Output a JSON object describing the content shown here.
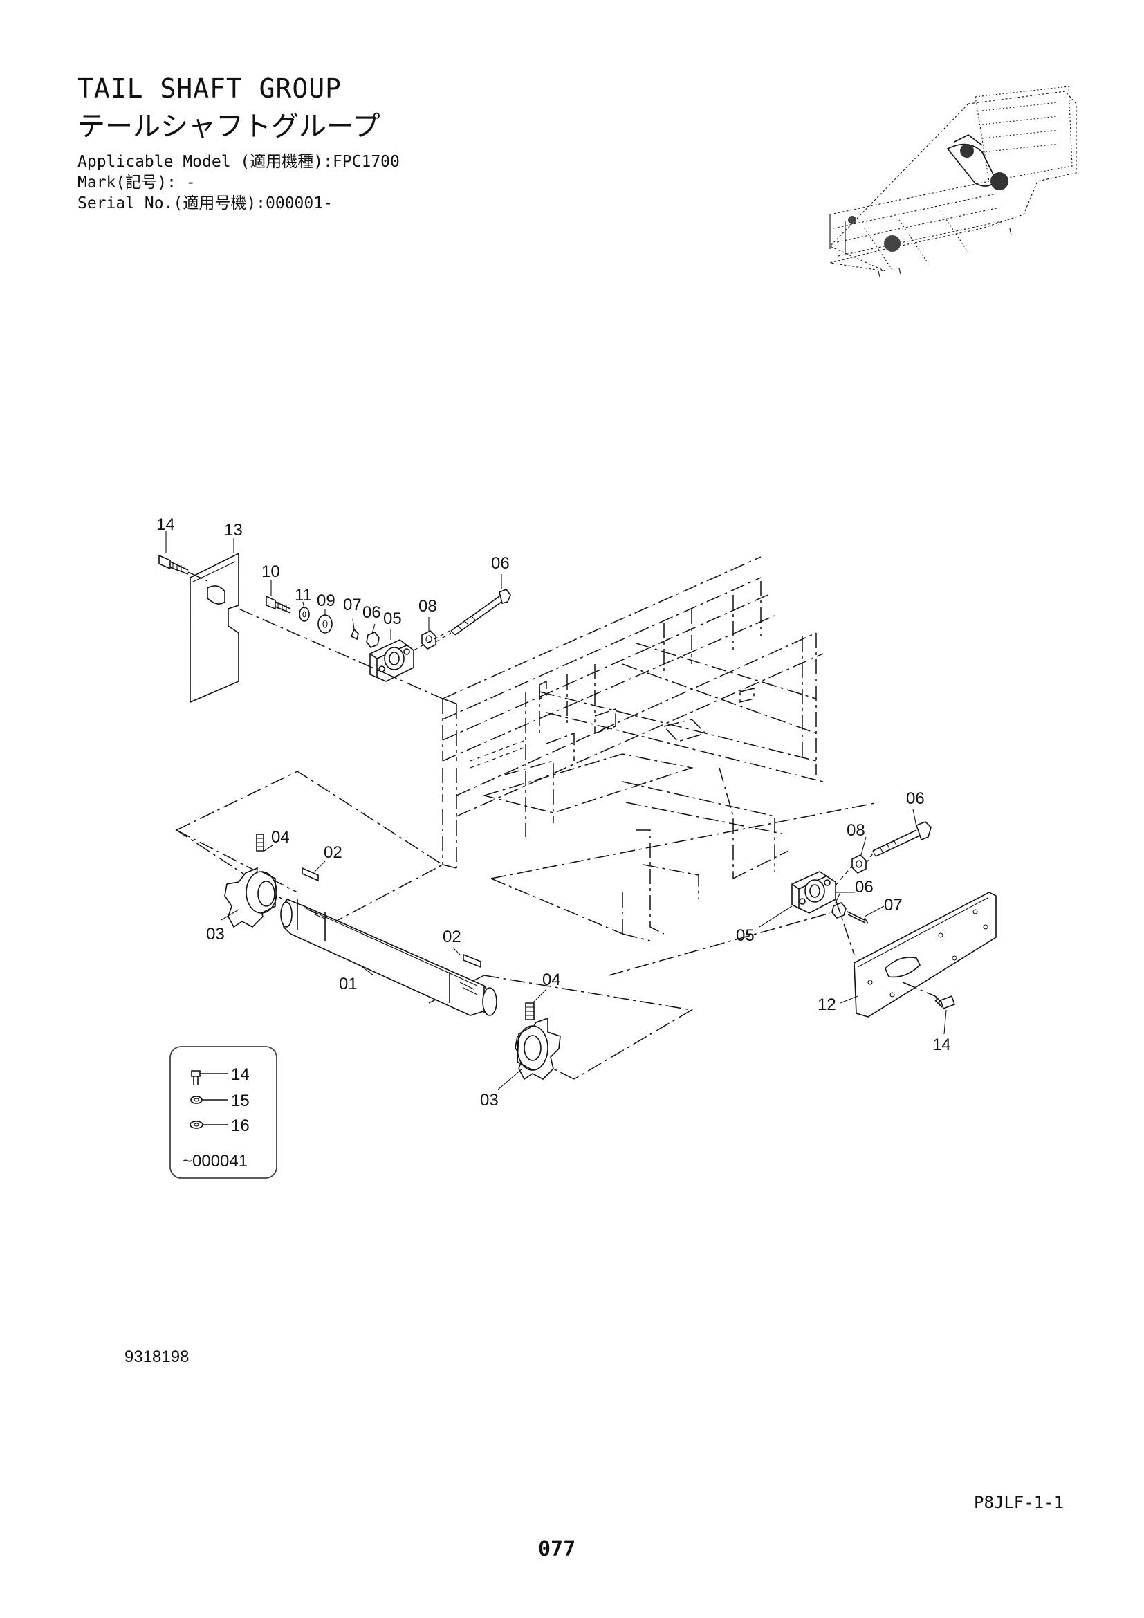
{
  "header": {
    "title_en": "TAIL SHAFT GROUP",
    "title_jp": "テールシャフトグループ",
    "applicable_model": "Applicable Model (適用機種):FPC1700",
    "mark": "Mark(記号): -",
    "serial_no": "Serial No.(適用号機):000001-"
  },
  "callouts": {
    "c01": "01",
    "c02a": "02",
    "c02b": "02",
    "c03a": "03",
    "c03b": "03",
    "c04a": "04",
    "c04b": "04",
    "c05a": "05",
    "c05b": "05",
    "c06a": "06",
    "c06b": "06",
    "c06c": "06",
    "c06d": "06",
    "c07a": "07",
    "c07b": "07",
    "c08a": "08",
    "c08b": "08",
    "c09": "09",
    "c10": "10",
    "c11": "11",
    "c12": "12",
    "c13": "13",
    "c14a": "14",
    "c14b": "14"
  },
  "inset": {
    "item1": "14",
    "item2": "15",
    "item3": "16",
    "serial_range": "~000041"
  },
  "footer": {
    "doc_number": "9318198",
    "page_code": "P8JLF-1-1",
    "page_number": "077"
  }
}
